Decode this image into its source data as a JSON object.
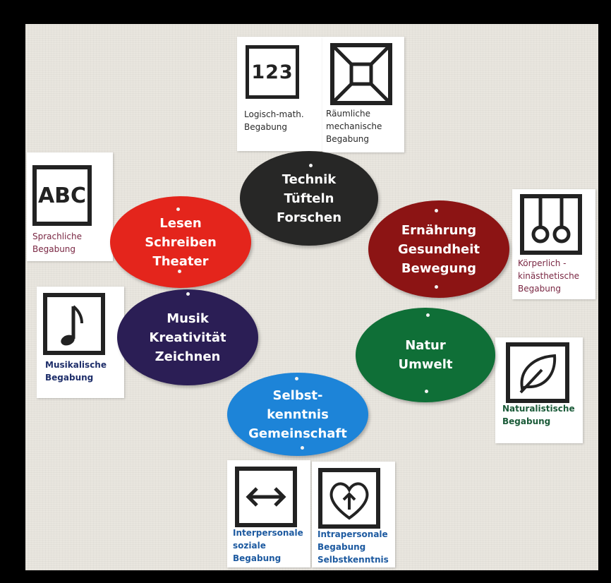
{
  "ovals": {
    "technik": {
      "lines": [
        "Technik",
        "Tüfteln",
        "Forschen"
      ],
      "color": "#272726"
    },
    "lesen": {
      "lines": [
        "Lesen",
        "Schreiben",
        "Theater"
      ],
      "color": "#e4251c"
    },
    "ernaehrung": {
      "lines": [
        "Ernährung",
        "Gesundheit",
        "Bewegung"
      ],
      "color": "#8c1414"
    },
    "musik": {
      "lines": [
        "Musik",
        "Kreativität",
        "Zeichnen"
      ],
      "color": "#2b1e55"
    },
    "natur": {
      "lines": [
        "Natur",
        "Umwelt"
      ],
      "color": "#0f6f37"
    },
    "selbst": {
      "lines": [
        "Selbst-",
        "kenntnis",
        "Gemeinschaft"
      ],
      "color": "#1d84d8"
    }
  },
  "cards": {
    "logisch": {
      "icon_text": "123",
      "icon": "numbers-icon",
      "lines": [
        "Logisch-math.",
        "Begabung"
      ],
      "color": "#2a2a2a"
    },
    "raeumlich": {
      "icon": "cube-perspective-icon",
      "lines": [
        "Räumliche",
        "mechanische",
        "Begabung"
      ],
      "color": "#2a2a2a"
    },
    "sprachlich": {
      "icon_text": "ABC",
      "icon": "letters-icon",
      "lines": [
        "Sprachliche",
        "Begabung"
      ],
      "color": "#7a2743"
    },
    "koerperlich": {
      "icon": "gymnastic-rings-icon",
      "lines": [
        "Körperlich -",
        "kinästhetische",
        "Begabung"
      ],
      "color": "#7a2743"
    },
    "musikalisch": {
      "icon": "music-note-icon",
      "lines": [
        "Musikalische",
        "Begabung"
      ],
      "color": "#1e2e6a"
    },
    "naturalistisch": {
      "icon": "leaf-icon",
      "lines": [
        "Naturalistische",
        "Begabung"
      ],
      "color": "#1a5a38"
    },
    "interpersonal": {
      "icon": "double-arrow-icon",
      "lines": [
        "Interpersonale",
        "soziale",
        "Begabung"
      ],
      "color": "#1d5aa0"
    },
    "intrapersonal": {
      "icon": "heart-arrow-icon",
      "lines": [
        "Intrapersonale",
        "Begabung",
        "Selbstkenntnis"
      ],
      "color": "#1d5aa0"
    }
  }
}
